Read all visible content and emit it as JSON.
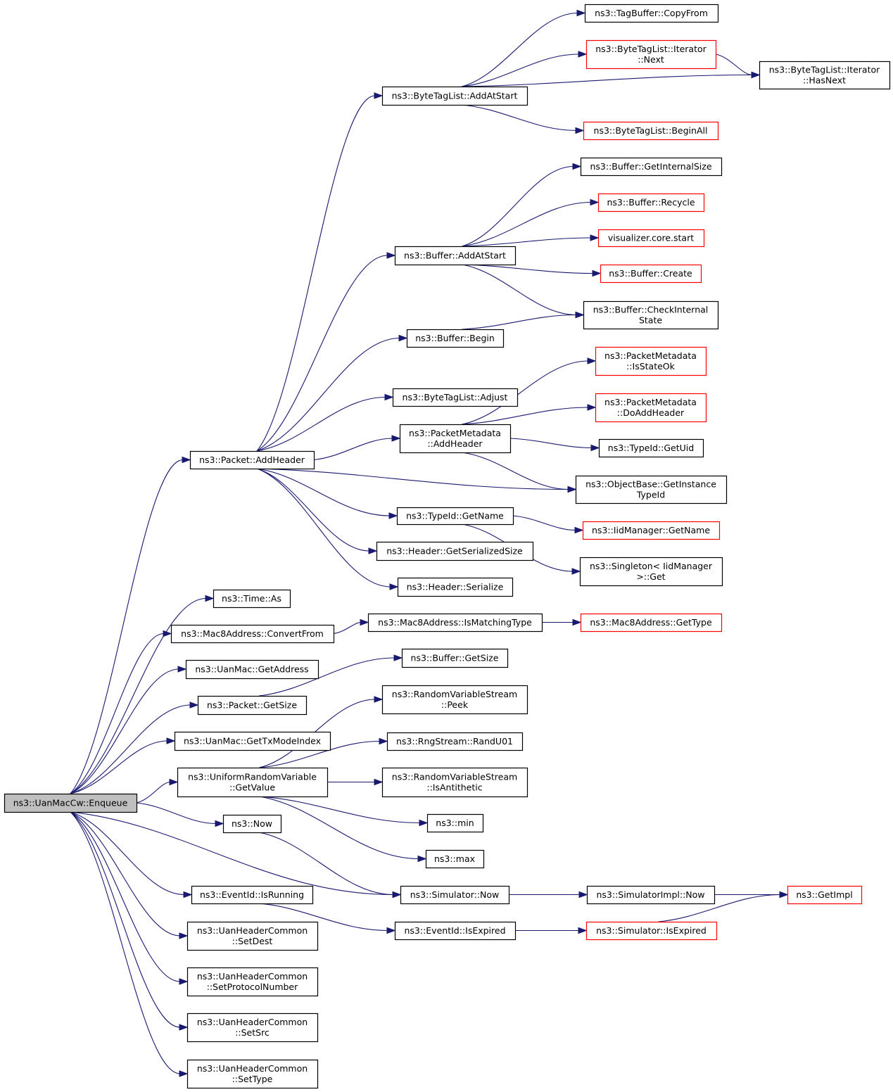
{
  "colors": {
    "edge": "#191970",
    "normal_border": "#000000",
    "truncated_border": "#ff0000",
    "root_fill": "#bfbfbf",
    "node_fill": "#ffffff"
  },
  "nodes": {
    "enqueue": {
      "lines": [
        "ns3::UanMacCw::Enqueue"
      ],
      "style": "root"
    },
    "addheader": {
      "lines": [
        "ns3::Packet::AddHeader"
      ],
      "style": "normal"
    },
    "timeas": {
      "lines": [
        "ns3::Time::As"
      ],
      "style": "normal"
    },
    "convertfrom": {
      "lines": [
        "ns3::Mac8Address::ConvertFrom"
      ],
      "style": "normal"
    },
    "getaddress": {
      "lines": [
        "ns3::UanMac::GetAddress"
      ],
      "style": "normal"
    },
    "pgetsize": {
      "lines": [
        "ns3::Packet::GetSize"
      ],
      "style": "normal"
    },
    "gettxmode": {
      "lines": [
        "ns3::UanMac::GetTxModeIndex"
      ],
      "style": "normal"
    },
    "urvgetvalue": {
      "lines": [
        "ns3::UniformRandomVariable",
        "::GetValue"
      ],
      "style": "normal"
    },
    "now": {
      "lines": [
        "ns3::Now"
      ],
      "style": "normal"
    },
    "isrunning": {
      "lines": [
        "ns3::EventId::IsRunning"
      ],
      "style": "normal"
    },
    "setdest": {
      "lines": [
        "ns3::UanHeaderCommon",
        "::SetDest"
      ],
      "style": "normal"
    },
    "setproto": {
      "lines": [
        "ns3::UanHeaderCommon",
        "::SetProtocolNumber"
      ],
      "style": "normal"
    },
    "setsrc": {
      "lines": [
        "ns3::UanHeaderCommon",
        "::SetSrc"
      ],
      "style": "normal"
    },
    "settype": {
      "lines": [
        "ns3::UanHeaderCommon",
        "::SetType"
      ],
      "style": "normal"
    },
    "btladdatstart": {
      "lines": [
        "ns3::ByteTagList::AddAtStart"
      ],
      "style": "normal"
    },
    "bufaddatstart": {
      "lines": [
        "ns3::Buffer::AddAtStart"
      ],
      "style": "normal"
    },
    "bufbegin": {
      "lines": [
        "ns3::Buffer::Begin"
      ],
      "style": "normal"
    },
    "btladjust": {
      "lines": [
        "ns3::ByteTagList::Adjust"
      ],
      "style": "normal"
    },
    "pmaddheader": {
      "lines": [
        "ns3::PacketMetadata",
        "::AddHeader"
      ],
      "style": "normal"
    },
    "typeidgetname": {
      "lines": [
        "ns3::TypeId::GetName"
      ],
      "style": "normal"
    },
    "hdrserialsize": {
      "lines": [
        "ns3::Header::GetSerializedSize"
      ],
      "style": "normal"
    },
    "hdrserialize": {
      "lines": [
        "ns3::Header::Serialize"
      ],
      "style": "normal"
    },
    "ismatchingtype": {
      "lines": [
        "ns3::Mac8Address::IsMatchingType"
      ],
      "style": "normal"
    },
    "bufgetsize": {
      "lines": [
        "ns3::Buffer::GetSize"
      ],
      "style": "normal"
    },
    "rvspeek": {
      "lines": [
        "ns3::RandomVariableStream",
        "::Peek"
      ],
      "style": "normal"
    },
    "randu01": {
      "lines": [
        "ns3::RngStream::RandU01"
      ],
      "style": "normal"
    },
    "isantithetic": {
      "lines": [
        "ns3::RandomVariableStream",
        "::IsAntithetic"
      ],
      "style": "normal"
    },
    "min": {
      "lines": [
        "ns3::min"
      ],
      "style": "normal"
    },
    "max": {
      "lines": [
        "ns3::max"
      ],
      "style": "normal"
    },
    "simnow": {
      "lines": [
        "ns3::Simulator::Now"
      ],
      "style": "normal"
    },
    "isexpired": {
      "lines": [
        "ns3::EventId::IsExpired"
      ],
      "style": "normal"
    },
    "tagcopyfrom": {
      "lines": [
        "ns3::TagBuffer::CopyFrom"
      ],
      "style": "normal"
    },
    "btlitnext": {
      "lines": [
        "ns3::ByteTagList::Iterator",
        "::Next"
      ],
      "style": "truncated"
    },
    "btlhasnext": {
      "lines": [
        "ns3::ByteTagList::Iterator",
        "::HasNext"
      ],
      "style": "normal"
    },
    "btlbeginall": {
      "lines": [
        "ns3::ByteTagList::BeginAll"
      ],
      "style": "truncated"
    },
    "bufinternalsize": {
      "lines": [
        "ns3::Buffer::GetInternalSize"
      ],
      "style": "normal"
    },
    "bufrecycle": {
      "lines": [
        "ns3::Buffer::Recycle"
      ],
      "style": "truncated"
    },
    "vizstart": {
      "lines": [
        "visualizer.core.start"
      ],
      "style": "truncated"
    },
    "bufcreate": {
      "lines": [
        "ns3::Buffer::Create"
      ],
      "style": "truncated"
    },
    "bufcheck": {
      "lines": [
        "ns3::Buffer::CheckInternal",
        "State"
      ],
      "style": "normal"
    },
    "pmisstateok": {
      "lines": [
        "ns3::PacketMetadata",
        "::IsStateOk"
      ],
      "style": "truncated"
    },
    "pmdoaddheader": {
      "lines": [
        "ns3::PacketMetadata",
        "::DoAddHeader"
      ],
      "style": "truncated"
    },
    "typeidgetuid": {
      "lines": [
        "ns3::TypeId::GetUid"
      ],
      "style": "normal"
    },
    "getinstancetypeid": {
      "lines": [
        "ns3::ObjectBase::GetInstance",
        "TypeId"
      ],
      "style": "normal"
    },
    "iidgetname": {
      "lines": [
        "ns3::IidManager::GetName"
      ],
      "style": "truncated"
    },
    "singletonget": {
      "lines": [
        "ns3::Singleton< IidManager",
        ">::Get"
      ],
      "style": "normal"
    },
    "mac8gettype": {
      "lines": [
        "ns3::Mac8Address::GetType"
      ],
      "style": "truncated"
    },
    "simimplnow": {
      "lines": [
        "ns3::SimulatorImpl::Now"
      ],
      "style": "normal"
    },
    "simisexpired": {
      "lines": [
        "ns3::Simulator::IsExpired"
      ],
      "style": "truncated"
    },
    "getimpl": {
      "lines": [
        "ns3::GetImpl"
      ],
      "style": "truncated"
    }
  },
  "edges": [
    [
      "enqueue",
      "addheader"
    ],
    [
      "enqueue",
      "timeas"
    ],
    [
      "enqueue",
      "convertfrom"
    ],
    [
      "enqueue",
      "getaddress"
    ],
    [
      "enqueue",
      "pgetsize"
    ],
    [
      "enqueue",
      "gettxmode"
    ],
    [
      "enqueue",
      "urvgetvalue"
    ],
    [
      "enqueue",
      "now"
    ],
    [
      "enqueue",
      "simnow"
    ],
    [
      "enqueue",
      "isrunning"
    ],
    [
      "enqueue",
      "setdest"
    ],
    [
      "enqueue",
      "setproto"
    ],
    [
      "enqueue",
      "setsrc"
    ],
    [
      "enqueue",
      "settype"
    ],
    [
      "addheader",
      "btladdatstart"
    ],
    [
      "addheader",
      "bufaddatstart"
    ],
    [
      "addheader",
      "bufbegin"
    ],
    [
      "addheader",
      "btladjust"
    ],
    [
      "addheader",
      "pmaddheader"
    ],
    [
      "addheader",
      "getinstancetypeid"
    ],
    [
      "addheader",
      "typeidgetname"
    ],
    [
      "addheader",
      "hdrserialsize"
    ],
    [
      "addheader",
      "hdrserialize"
    ],
    [
      "btladdatstart",
      "tagcopyfrom"
    ],
    [
      "btladdatstart",
      "btlitnext"
    ],
    [
      "btladdatstart",
      "btlhasnext"
    ],
    [
      "btladdatstart",
      "btlbeginall"
    ],
    [
      "btlitnext",
      "btlhasnext"
    ],
    [
      "bufaddatstart",
      "bufinternalsize"
    ],
    [
      "bufaddatstart",
      "bufrecycle"
    ],
    [
      "bufaddatstart",
      "vizstart"
    ],
    [
      "bufaddatstart",
      "bufcreate"
    ],
    [
      "bufaddatstart",
      "bufcheck"
    ],
    [
      "bufbegin",
      "bufcheck"
    ],
    [
      "pmaddheader",
      "pmisstateok"
    ],
    [
      "pmaddheader",
      "pmdoaddheader"
    ],
    [
      "pmaddheader",
      "typeidgetuid"
    ],
    [
      "pmaddheader",
      "getinstancetypeid"
    ],
    [
      "typeidgetname",
      "iidgetname"
    ],
    [
      "typeidgetname",
      "singletonget"
    ],
    [
      "convertfrom",
      "ismatchingtype"
    ],
    [
      "ismatchingtype",
      "mac8gettype"
    ],
    [
      "pgetsize",
      "bufgetsize"
    ],
    [
      "urvgetvalue",
      "rvspeek"
    ],
    [
      "urvgetvalue",
      "randu01"
    ],
    [
      "urvgetvalue",
      "isantithetic"
    ],
    [
      "urvgetvalue",
      "min"
    ],
    [
      "urvgetvalue",
      "max"
    ],
    [
      "now",
      "simnow"
    ],
    [
      "isrunning",
      "isexpired"
    ],
    [
      "isexpired",
      "simisexpired"
    ],
    [
      "simnow",
      "getimpl"
    ],
    [
      "simnow",
      "simimplnow"
    ],
    [
      "simisexpired",
      "getimpl"
    ]
  ]
}
